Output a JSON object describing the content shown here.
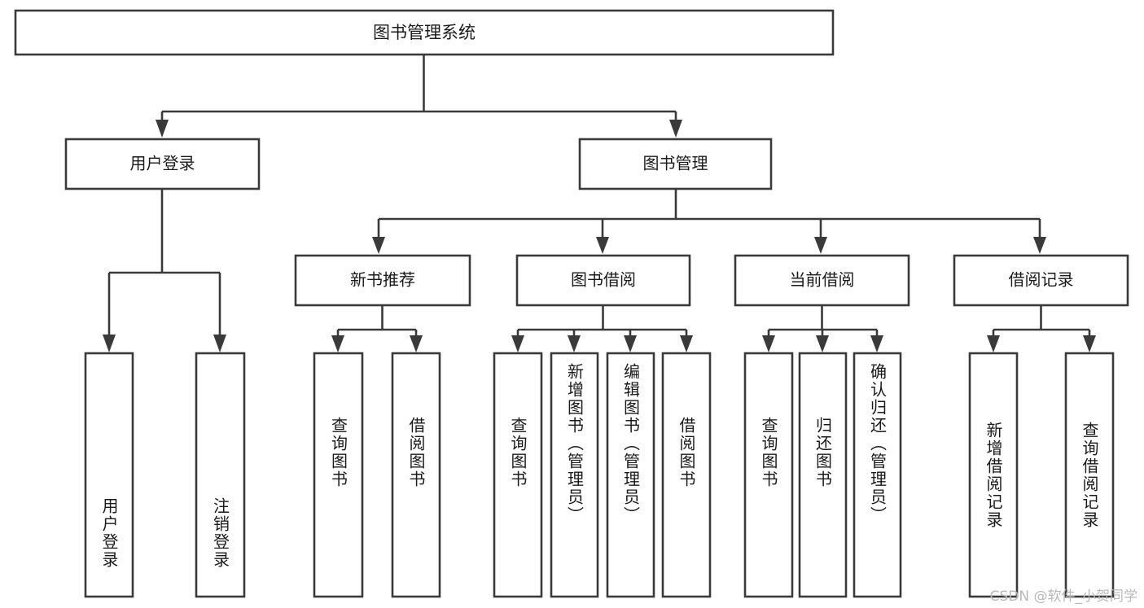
{
  "diagram": {
    "type": "tree",
    "title": "图书管理系统",
    "orientation": "top-down",
    "colors": {
      "box_stroke": "#3a3a3a",
      "box_fill": "#ffffff",
      "connector": "#3a3a3a",
      "label_text": "#1a1a1a",
      "watermark_text": "#b9b9b9",
      "background": "#ffffff"
    },
    "levels": {
      "level_1": [
        "图书管理系统"
      ],
      "level_2": [
        "用户登录",
        "图书管理"
      ],
      "level_3": [
        "新书推荐",
        "图书借阅",
        "当前借阅",
        "借阅记录"
      ],
      "level_4": [
        "用户登录",
        "注销登录",
        "查询图书",
        "借阅图书",
        "查询图书",
        "新增图书（管理员）",
        "编辑图书（管理员）",
        "借阅图书",
        "查询图书",
        "归还图书",
        "确认归还（管理员）",
        "新增借阅记录",
        "查询借阅记录"
      ]
    }
  },
  "nodes": {
    "root": {
      "label": "图书管理系统"
    },
    "user_login": {
      "label": "用户登录"
    },
    "book_manage": {
      "label": "图书管理"
    },
    "new_book_rec": {
      "label": "新书推荐"
    },
    "book_borrow": {
      "label": "图书借阅"
    },
    "current_borrow": {
      "label": "当前借阅"
    },
    "borrow_record": {
      "label": "借阅记录"
    }
  },
  "leaves": {
    "user_login_children": [
      {
        "label": "用户登录"
      },
      {
        "label": "注销登录"
      }
    ],
    "new_book_rec_children": [
      {
        "label": "查询图书"
      },
      {
        "label": "借阅图书"
      }
    ],
    "book_borrow_children": [
      {
        "label": "查询图书"
      },
      {
        "label": "新增图书（管理员）"
      },
      {
        "label": "编辑图书（管理员）"
      },
      {
        "label": "借阅图书"
      }
    ],
    "current_borrow_children": [
      {
        "label": "查询图书"
      },
      {
        "label": "归还图书"
      },
      {
        "label": "确认归还（管理员）"
      }
    ],
    "borrow_record_children": [
      {
        "label": "新增借阅记录"
      },
      {
        "label": "查询借阅记录"
      }
    ]
  },
  "watermark": {
    "text": "CSDN @软件_小贺同学"
  }
}
